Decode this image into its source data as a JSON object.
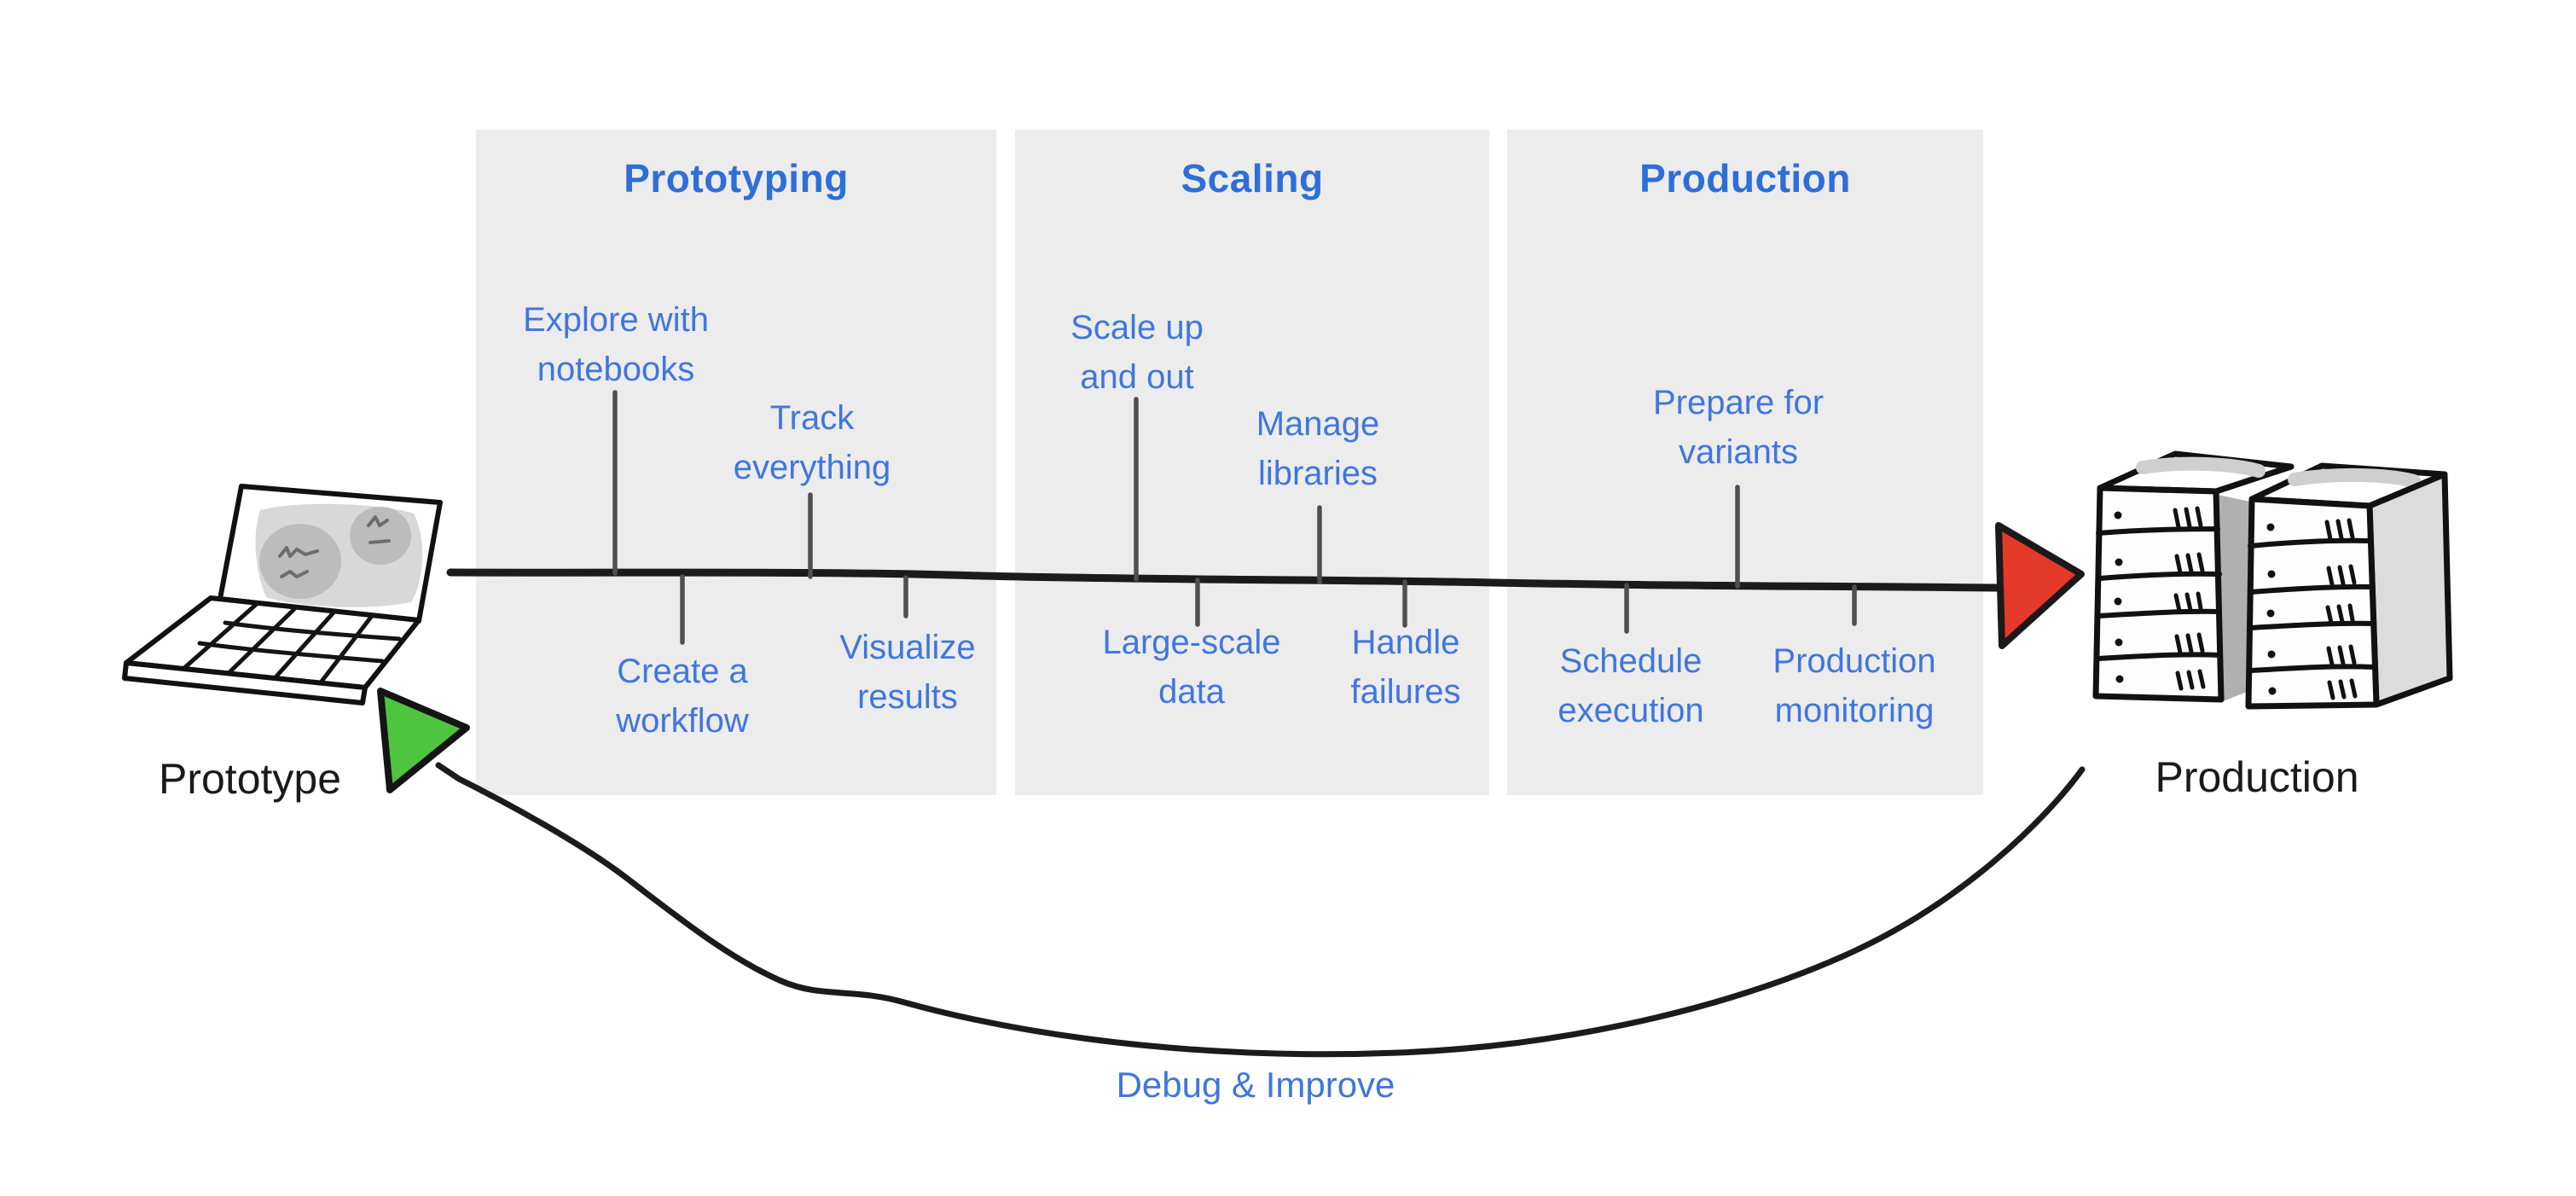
{
  "title": "Prototype to Production pipeline diagram",
  "colors": {
    "panel_bg": "#ececec",
    "heading_blue": "#2e6ed8",
    "label_blue": "#4076dd",
    "timeline_black": "#1b1b1b",
    "tick_gray": "#4f4f4f",
    "arrow_red": "#e5392a",
    "arrow_green": "#4fc43e",
    "text_black": "#1a1a1a"
  },
  "endpoints": {
    "start_label": "Prototype",
    "end_label": "Production"
  },
  "icons": {
    "start": "laptop-sketch",
    "end": "server-racks-sketch"
  },
  "phases": [
    {
      "title": "Prototyping",
      "milestones_above": [
        "Explore with\nnotebooks",
        "Track\neverything"
      ],
      "milestones_below": [
        "Create a\nworkflow",
        "Visualize\nresults"
      ]
    },
    {
      "title": "Scaling",
      "milestones_above": [
        "Scale up\nand out",
        "Manage\nlibraries"
      ],
      "milestones_below": [
        "Large-scale\ndata",
        "Handle\nfailures"
      ]
    },
    {
      "title": "Production",
      "milestones_above": [
        "Prepare for\nvariants"
      ],
      "milestones_below": [
        "Schedule\nexecution",
        "Production\nmonitoring"
      ]
    }
  ],
  "return_loop": {
    "label": "Debug & Improve"
  }
}
